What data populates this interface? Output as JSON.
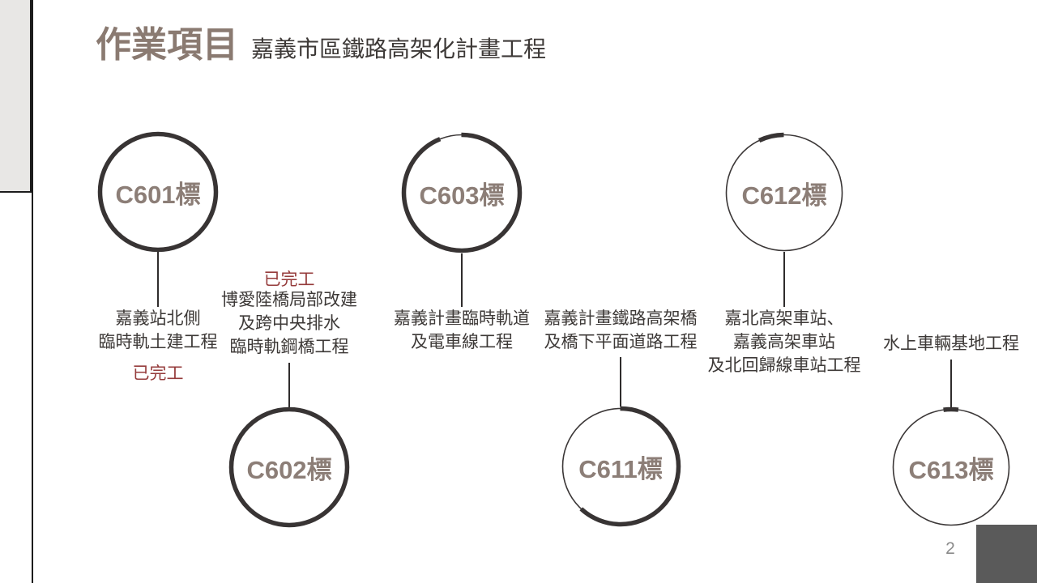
{
  "slide": {
    "title": "作業項目",
    "subtitle": "嘉義市區鐵路高架化計畫工程",
    "page_number": "2"
  },
  "colors": {
    "title_accent": "#8a7a71",
    "ring_stroke": "#383434",
    "ring_label": "#8c7e77",
    "body_text": "#3d3937",
    "status_completed": "#953b3b",
    "sidebar_fill": "#e8e7e5",
    "corner_block": "#5a5a5a"
  },
  "items": [
    {
      "id": "C601",
      "label": "C601標",
      "progress_pct": 100,
      "arc_anchor": "start",
      "desc_lines": [
        "嘉義站北側",
        "臨時軌土建工程"
      ],
      "status": "已完工"
    },
    {
      "id": "C602",
      "label": "C602標",
      "progress_pct": 100,
      "arc_anchor": "start",
      "desc_lines": [
        "博愛陸橋局部改建",
        "及跨中央排水",
        "臨時軌鋼橋工程"
      ],
      "status": "已完工"
    },
    {
      "id": "C603",
      "label": "C603標",
      "progress_pct": 94,
      "arc_anchor": "start",
      "desc_lines": [
        "嘉義計畫臨時軌道",
        "及電車線工程"
      ],
      "status": ""
    },
    {
      "id": "C611",
      "label": "C611標",
      "progress_pct": 62,
      "arc_anchor": "start",
      "desc_lines": [
        "嘉義計畫鐵路高架橋",
        "及橋下平面道路工程"
      ],
      "status": ""
    },
    {
      "id": "C612",
      "label": "C612標",
      "progress_pct": 7,
      "arc_anchor": "end",
      "desc_lines": [
        "嘉北高架車站、",
        "嘉義高架車站",
        "及北回歸線車站工程"
      ],
      "status": ""
    },
    {
      "id": "C613",
      "label": "C613標",
      "progress_pct": 4,
      "arc_anchor": "center",
      "desc_lines": [
        "水上車輛基地工程"
      ],
      "status": ""
    }
  ]
}
